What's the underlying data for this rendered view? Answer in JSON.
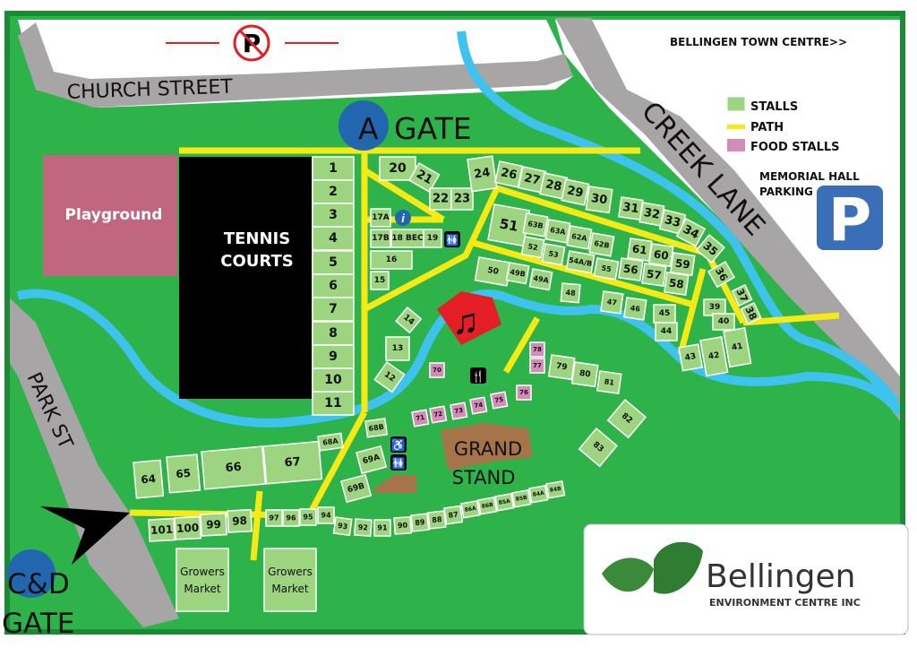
{
  "map": {
    "church_street": "CHURCH STREET",
    "park_st": "PARK ST",
    "creek_lane": "CREEK LANE",
    "town_centre": "BELLINGEN TOWN CENTRE>>",
    "memorial_parking_1": "MEMORIAL HALL",
    "memorial_parking_2": "PARKING",
    "parking_letter": "P",
    "playground": "Playground",
    "tennis_1": "TENNIS",
    "tennis_2": "COURTS",
    "gate_a_letter": "A",
    "gate_a": "GATE",
    "gate_cd_1": "C&D",
    "gate_cd_2": "GATE",
    "grand_stand_1": "GRAND",
    "grand_stand_2": "STAND",
    "growers_1": "Growers",
    "growers_2": "Market",
    "info_icon": "i"
  },
  "legend": {
    "stalls": "STALLS",
    "path": "PATH",
    "food": "FOOD STALLS"
  },
  "colors": {
    "grass": "#2db34a",
    "stall": "#9dd47f",
    "food": "#d38cb8",
    "path": "#f5ea14",
    "river": "#3ec3ee",
    "road": "#a7a5a5",
    "parking": "#3a6fb7"
  },
  "logo": {
    "name": "Bellingen",
    "sub": "ENVIRONMENT CENTRE INC"
  },
  "stalls": {
    "s1": "1",
    "s2": "2",
    "s3": "3",
    "s4": "4",
    "s5": "5",
    "s6": "6",
    "s7": "7",
    "s8": "8",
    "s9": "9",
    "s10": "10",
    "s11": "11",
    "s12": "12",
    "s13": "13",
    "s14": "14",
    "s15": "15",
    "s16": "16",
    "s17a": "17A",
    "s17b": "17B",
    "s18": "18 BEC",
    "s19": "19",
    "s20": "20",
    "s21": "21",
    "s22": "22",
    "s23": "23",
    "s24": "24",
    "s26": "26",
    "s27": "27",
    "s28": "28",
    "s29": "29",
    "s30": "30",
    "s31": "31",
    "s32": "32",
    "s33": "33",
    "s34": "34",
    "s35": "35",
    "s36": "36",
    "s37": "37",
    "s38": "38",
    "s39": "39",
    "s40": "40",
    "s41": "41",
    "s42": "42",
    "s43": "43",
    "s44": "44",
    "s45": "45",
    "s46": "46",
    "s47": "47",
    "s48": "48",
    "s49a": "49A",
    "s49b": "49B",
    "s50": "50",
    "s51": "51",
    "s52": "52",
    "s53": "53",
    "s54": "54A/B",
    "s55": "55",
    "s56": "56",
    "s57": "57",
    "s58": "58",
    "s59": "59",
    "s60": "60",
    "s61": "61",
    "s62a": "62A",
    "s62b": "62B",
    "s63a": "63A",
    "s63b": "63B",
    "s64": "64",
    "s65": "65",
    "s66": "66",
    "s67": "67",
    "s68a": "68A",
    "s68b": "68B",
    "s69a": "69A",
    "s69b": "69B",
    "s70": "70",
    "s71": "71",
    "s72": "72",
    "s73": "73",
    "s74": "74",
    "s75": "75",
    "s76": "76",
    "s77": "77",
    "s78": "78",
    "s79": "79",
    "s80": "80",
    "s81": "81",
    "s82": "82",
    "s83": "83",
    "s84a": "84A",
    "s84b": "84B",
    "s85a": "85A",
    "s85b": "85B",
    "s86a": "86A",
    "s86b": "86B",
    "s87": "87",
    "s88": "88",
    "s89": "89",
    "s90": "90",
    "s91": "91",
    "s92": "92",
    "s93": "93",
    "s94": "94",
    "s95": "95",
    "s96": "96",
    "s97": "97",
    "s98": "98",
    "s99": "99",
    "s100": "100",
    "s101": "101"
  }
}
